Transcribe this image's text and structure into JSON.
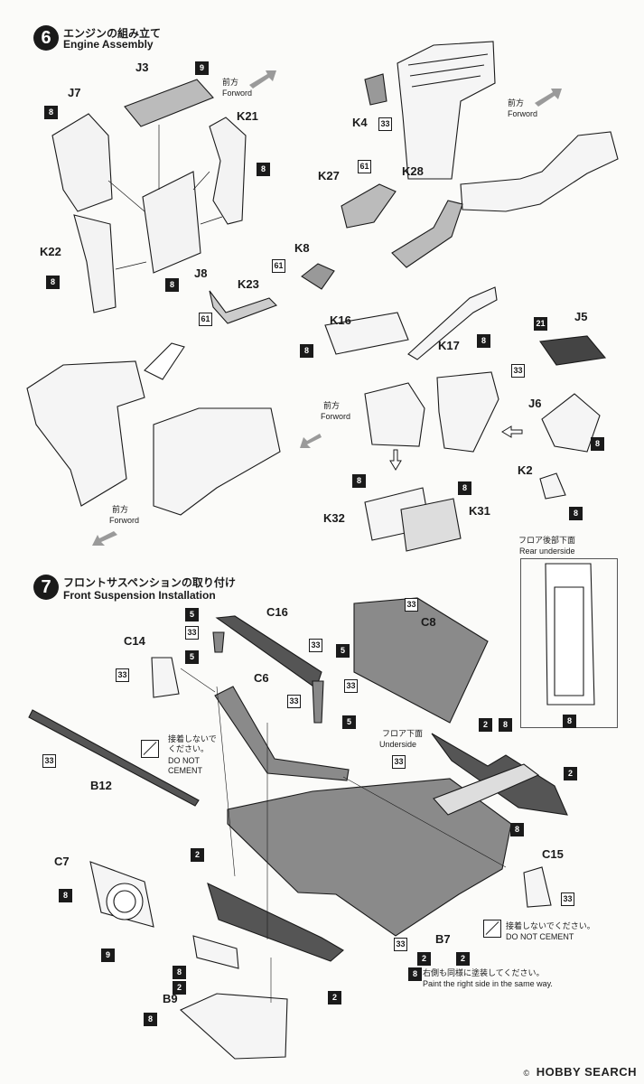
{
  "step6": {
    "number": "6",
    "title_jp": "エンジンの組み立て",
    "title_en": "Engine Assembly"
  },
  "step7": {
    "number": "7",
    "title_jp": "フロントサスペンションの取り付け",
    "title_en": "Front Suspension Installation"
  },
  "forward": {
    "jp": "前方",
    "en": "Forword"
  },
  "no_cement": {
    "jp": "接着しないでください。",
    "en1": "DO NOT",
    "en2": "CEMENT",
    "en_single": "DO NOT CEMENT"
  },
  "floor_under": {
    "jp": "フロア下面",
    "en": "Underside"
  },
  "rear_under": {
    "jp": "フロア後部下面",
    "en": "Rear underside"
  },
  "paint_note": {
    "jp": "右側も同様に塗装してください。",
    "en": "Paint the right side in the same way."
  },
  "parts": {
    "J3": "J3",
    "J7": "J7",
    "K21": "K21",
    "K22": "K22",
    "J8": "J8",
    "K4": "K4",
    "K27": "K27",
    "K28": "K28",
    "K8": "K8",
    "K23": "K23",
    "K16": "K16",
    "K17": "K17",
    "J5": "J5",
    "J6": "J6",
    "K2": "K2",
    "K32": "K32",
    "K31": "K31",
    "C16": "C16",
    "C8": "C8",
    "C14": "C14",
    "C6": "C6",
    "B12": "B12",
    "C7": "C7",
    "C15": "C15",
    "B7": "B7",
    "B9": "B9"
  },
  "paint_codes": {
    "c8": "8",
    "c9": "9",
    "c33": "33",
    "c61": "61",
    "c21": "21",
    "c5": "5",
    "c2": "2"
  },
  "brand": {
    "copyright": "©",
    "name": "HOBBY SEARCH"
  },
  "colors": {
    "ink": "#1a1a1a",
    "parts_gray": "#8a8a8a",
    "paper": "#fbfbf9",
    "arrow_gray": "#9a9a9a"
  }
}
